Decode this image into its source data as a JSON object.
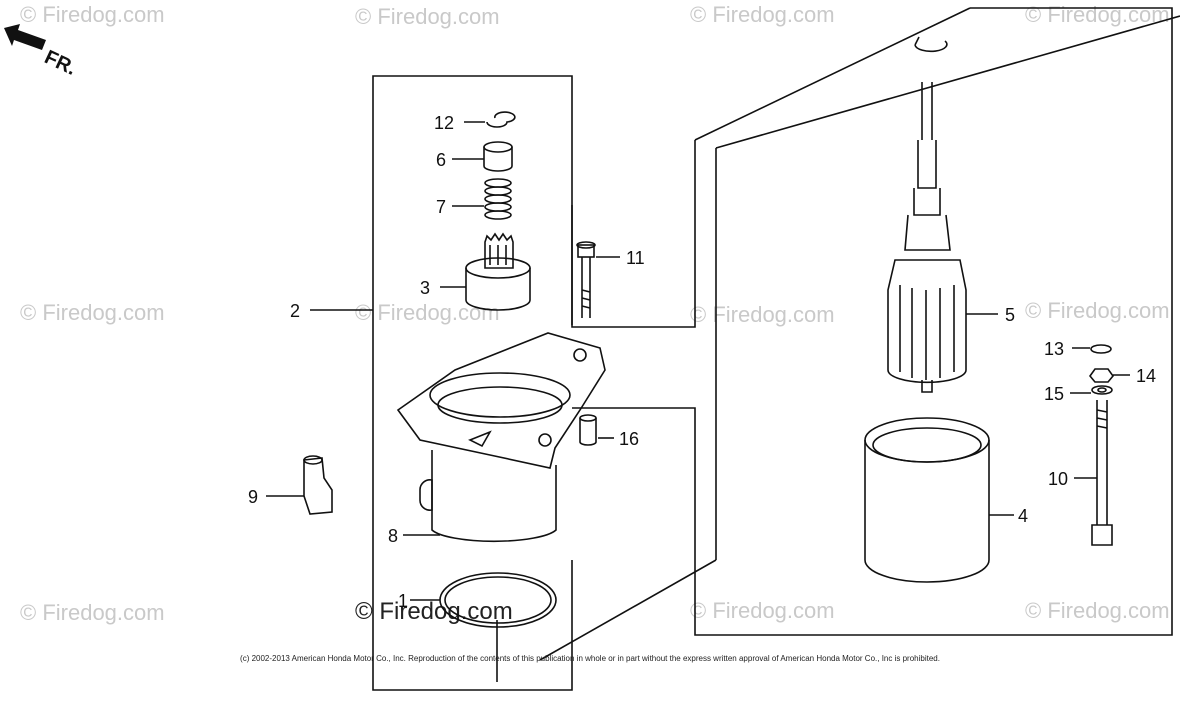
{
  "watermark": "© Firedog.com",
  "direction_label": "FR.",
  "copyright": "(c) 2002-2013 American Honda Motor Co., Inc. Reproduction of the contents of this publication in whole or in part without the express written approval of American Honda Motor Co., Inc is prohibited.",
  "callouts": {
    "c1": "1",
    "c2": "2",
    "c3": "3",
    "c4": "4",
    "c5": "5",
    "c6": "6",
    "c7": "7",
    "c8": "8",
    "c9": "9",
    "c10": "10",
    "c11": "11",
    "c12": "12",
    "c13": "13",
    "c14": "14",
    "c15": "15",
    "c16": "16"
  }
}
